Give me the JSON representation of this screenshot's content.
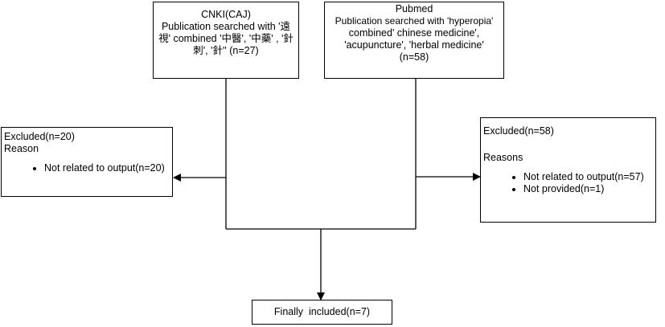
{
  "cnki_box": {
    "title": "CNKI(CAJ)",
    "line1": "Publication searched with '遠",
    "line2": "視' combined '中醫', '中藥' , '針",
    "line3": "刺', '針'' (n=27)"
  },
  "pubmed_box": {
    "title": "Pubmed",
    "line1": "Publication searched with 'hyperopia'",
    "line2": "combined' chinese medicine',",
    "line3": "'acupuncture', 'herbal medicine'",
    "line4": "(n=58)"
  },
  "excluded_left": {
    "heading": "Excluded(n=20)",
    "reason_label": "Reason",
    "items": [
      "Not related to output(n=20)"
    ]
  },
  "excluded_right": {
    "heading": "Excluded(n=58)",
    "reason_label": "Reasons",
    "items": [
      "Not related to output(n=57)",
      "Not provided(n=1)"
    ]
  },
  "final_box": {
    "label": "Finally  included(n=7)"
  }
}
